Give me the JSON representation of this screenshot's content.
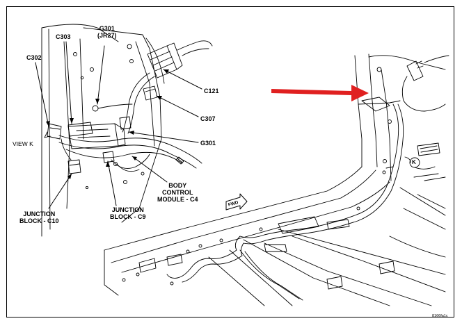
{
  "labels": {
    "c302": "C302",
    "c303": "C303",
    "g301_top": "G301\n(JR27)",
    "c121": "C121",
    "c307": "C307",
    "g301": "G301",
    "view_k": "VIEW K",
    "body_control_module": "BODY\nCONTROL\nMODULE - C4",
    "junction_block_c10": "JUNCTION\nBLOCK - C10",
    "junction_block_c9": "JUNCTION\nBLOCK - C9",
    "fwd": "FWD",
    "k_callout": "K",
    "figure_code": "8166fa1c"
  },
  "colors": {
    "arrow": "#e02020",
    "line": "#000000"
  },
  "icons": {
    "fwd_arrow": "fwd-arrow-icon",
    "view_arrow": "view-k-arrow-icon"
  }
}
